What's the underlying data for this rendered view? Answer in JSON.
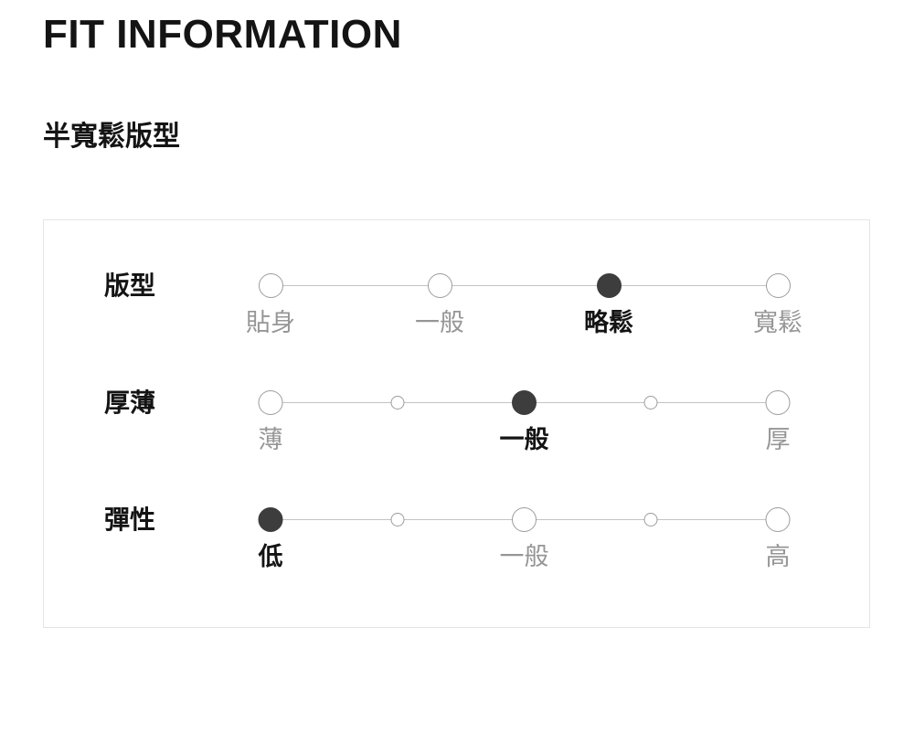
{
  "header": {
    "title": "FIT INFORMATION",
    "subtitle": "半寬鬆版型"
  },
  "fit_chart": {
    "rows": [
      {
        "label": "版型",
        "points": [
          {
            "label": "貼身",
            "size": "large",
            "selected": false
          },
          {
            "label": "一般",
            "size": "large",
            "selected": false
          },
          {
            "label": "略鬆",
            "size": "large",
            "selected": true
          },
          {
            "label": "寬鬆",
            "size": "large",
            "selected": false
          }
        ]
      },
      {
        "label": "厚薄",
        "points": [
          {
            "label": "薄",
            "size": "large",
            "selected": false
          },
          {
            "label": "",
            "size": "small",
            "selected": false
          },
          {
            "label": "一般",
            "size": "large",
            "selected": true
          },
          {
            "label": "",
            "size": "small",
            "selected": false
          },
          {
            "label": "厚",
            "size": "large",
            "selected": false
          }
        ]
      },
      {
        "label": "彈性",
        "points": [
          {
            "label": "低",
            "size": "large",
            "selected": true
          },
          {
            "label": "",
            "size": "small",
            "selected": false
          },
          {
            "label": "一般",
            "size": "large",
            "selected": false
          },
          {
            "label": "",
            "size": "small",
            "selected": false
          },
          {
            "label": "高",
            "size": "large",
            "selected": false
          }
        ]
      }
    ]
  },
  "colors": {
    "selected_dot": "#3d3d3d",
    "dot_border": "#9c9c9c",
    "line": "#c3c3c3",
    "label_gray": "#969696",
    "label_black": "#141414",
    "box_border": "#e4e4e4"
  }
}
